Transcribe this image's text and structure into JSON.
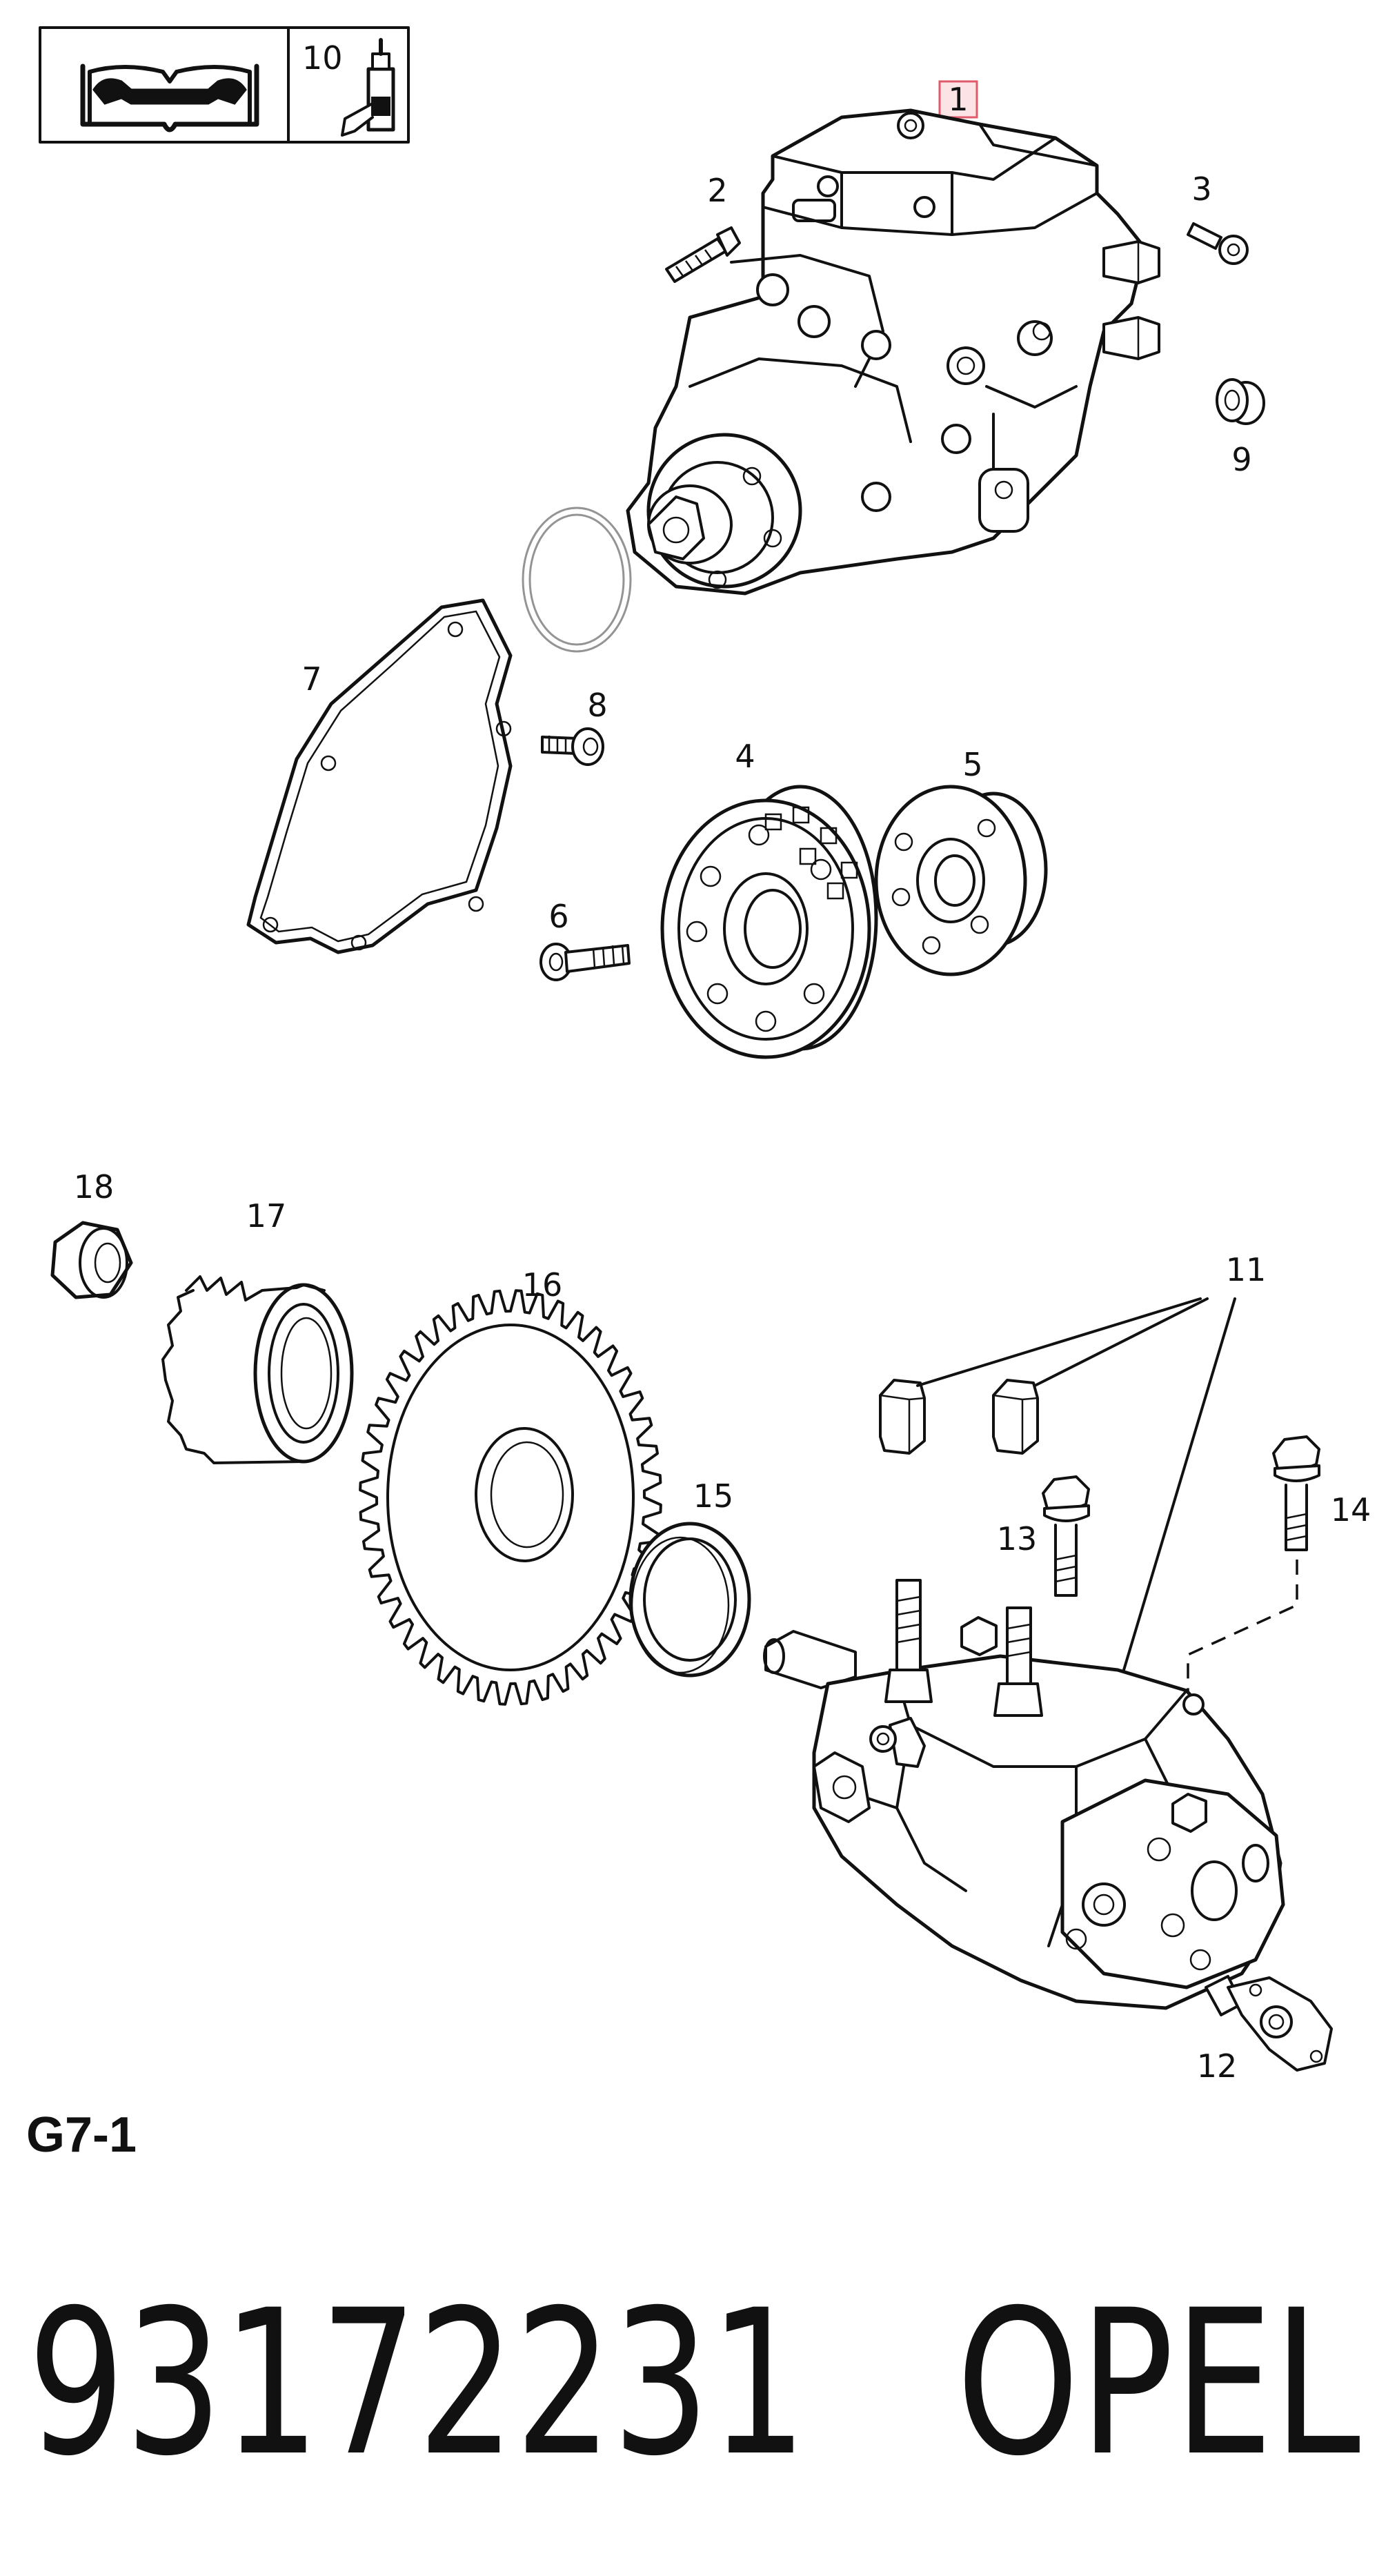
{
  "diagram": {
    "header_icons": {
      "manual_icon": "wrench-book-icon",
      "adhesive_icon": "sealant-bottle-icon",
      "adhesive_ref": "10"
    },
    "highlighted_part": "1",
    "callouts": {
      "p1": "1",
      "p2": "2",
      "p3": "3",
      "p4": "4",
      "p5": "5",
      "p6": "6",
      "p7": "7",
      "p8": "8",
      "p9": "9",
      "p11": "11",
      "p12": "12",
      "p13": "13",
      "p14": "14",
      "p15": "15",
      "p16": "16",
      "p17": "17",
      "p18": "18"
    },
    "sheet_code": "G7-1",
    "part_number": "93172231",
    "brand": "OPEL",
    "colors": {
      "highlight_border": "#e05a6a",
      "highlight_fill": "#fbe3e6",
      "ink": "#111111"
    }
  }
}
